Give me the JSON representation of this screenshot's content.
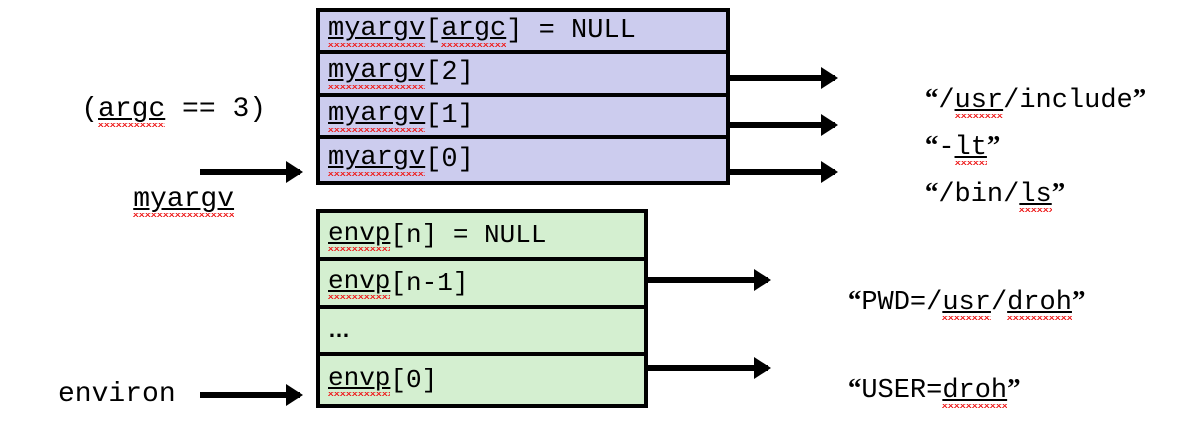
{
  "diagram": {
    "title_note": "argc == 3",
    "left_labels": [
      {
        "id": "argc-note",
        "text": "(argc == 3)"
      },
      {
        "id": "myargv-pointer",
        "text": "myargv"
      },
      {
        "id": "environ-pointer",
        "text": "environ"
      }
    ],
    "argv_array": {
      "name": "myargv",
      "fill_color": "#ccccee",
      "border_color": "#000000",
      "cells": [
        {
          "label": "myargv[argc] = NULL",
          "has_arrow": false
        },
        {
          "label": "myargv[2]",
          "has_arrow": true
        },
        {
          "label": "myargv[1]",
          "has_arrow": true
        },
        {
          "label": "myargv[0]",
          "has_arrow": true
        }
      ]
    },
    "envp_array": {
      "name": "environ",
      "fill_color": "#d4efd0",
      "border_color": "#000000",
      "cells": [
        {
          "label": "envp[n] = NULL",
          "has_arrow": false
        },
        {
          "label": "envp[n-1]",
          "has_arrow": true
        },
        {
          "label": "…",
          "has_arrow": false
        },
        {
          "label": "envp[0]",
          "has_arrow": true
        }
      ]
    },
    "strings": [
      {
        "id": "argv2-string",
        "open": "“",
        "value": "/usr/include",
        "close": "”"
      },
      {
        "id": "argv1-string",
        "open": "“",
        "value": "-lt",
        "close": "”"
      },
      {
        "id": "argv0-string",
        "open": "“",
        "value": "/bin/ls",
        "close": "”"
      },
      {
        "id": "envp-n1-string",
        "open": "“",
        "value": "PWD=/usr/droh",
        "close": "”"
      },
      {
        "id": "envp-0-string",
        "open": "“",
        "value": "USER=droh",
        "close": "”"
      }
    ],
    "misspelled_words": [
      "myargv",
      "argc",
      "envp",
      "usr",
      "lt",
      "ls",
      "droh"
    ]
  }
}
